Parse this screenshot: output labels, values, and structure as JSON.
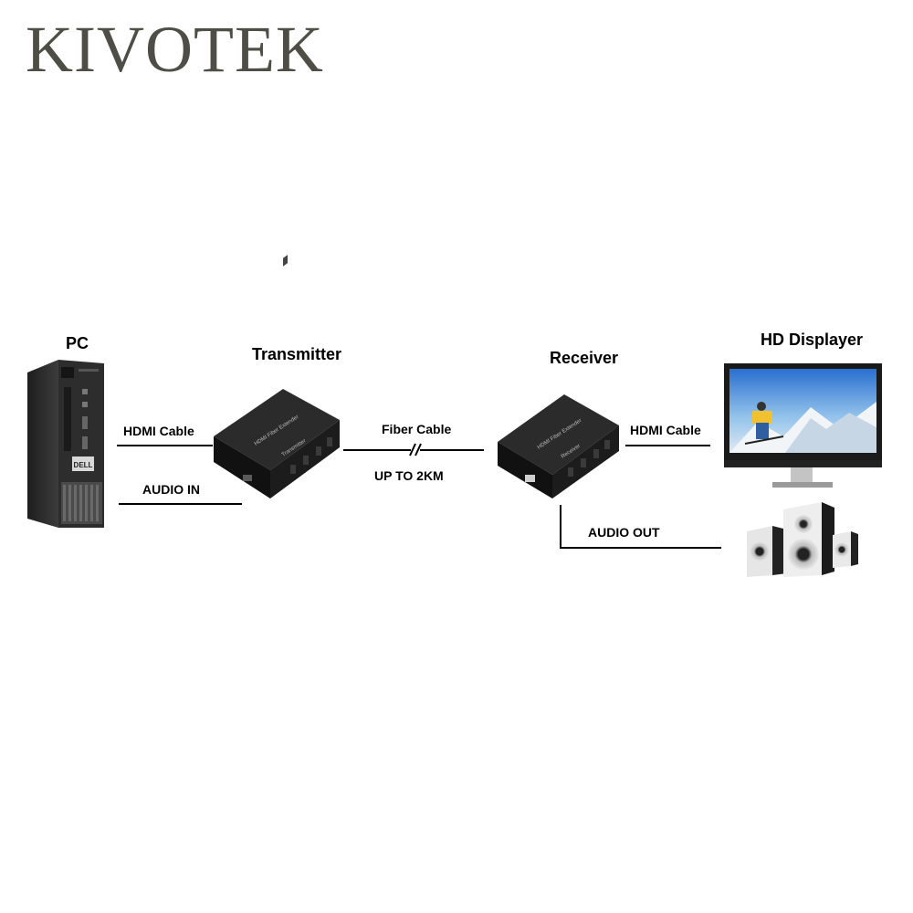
{
  "brand": {
    "logo_text": "KIVOTEK"
  },
  "devices": {
    "pc": {
      "label": "PC",
      "badge": "DELL"
    },
    "transmitter": {
      "label": "Transmitter",
      "top_text": "HDMI Fiber Extender",
      "side_text": "Transmitter"
    },
    "receiver": {
      "label": "Receiver",
      "top_text": "HDMI Fiber Extender",
      "side_text": "Receiver"
    },
    "display": {
      "label": "HD Displayer"
    }
  },
  "connections": {
    "pc_to_tx": "HDMI Cable",
    "audio_in": "AUDIO IN",
    "fiber": "Fiber Cable",
    "distance": "UP TO 2KM",
    "rx_to_display": "HDMI Cable",
    "audio_out": "AUDIO OUT"
  }
}
